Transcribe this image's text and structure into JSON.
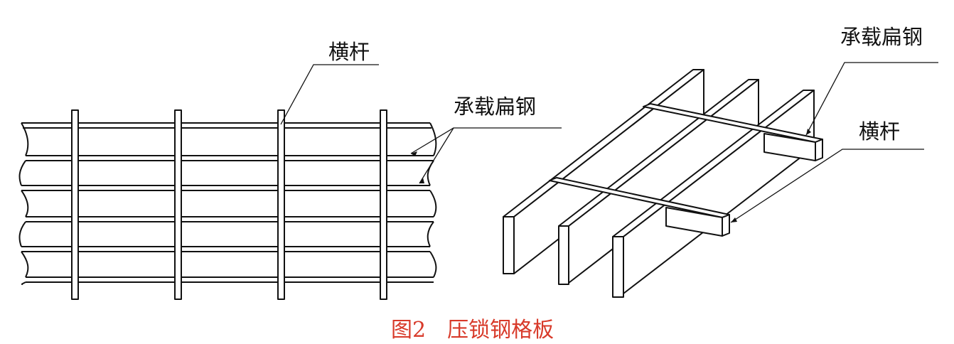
{
  "left_view": {
    "cross_bar_label": "横杆",
    "bearing_bar_label": "承载扁钢"
  },
  "right_view": {
    "bearing_bar_label": "承载扁钢",
    "cross_bar_label": "横杆"
  },
  "caption": "图2　压锁钢格板",
  "colors": {
    "line": "#111111",
    "caption": "#d83a2a",
    "background": "#ffffff"
  }
}
